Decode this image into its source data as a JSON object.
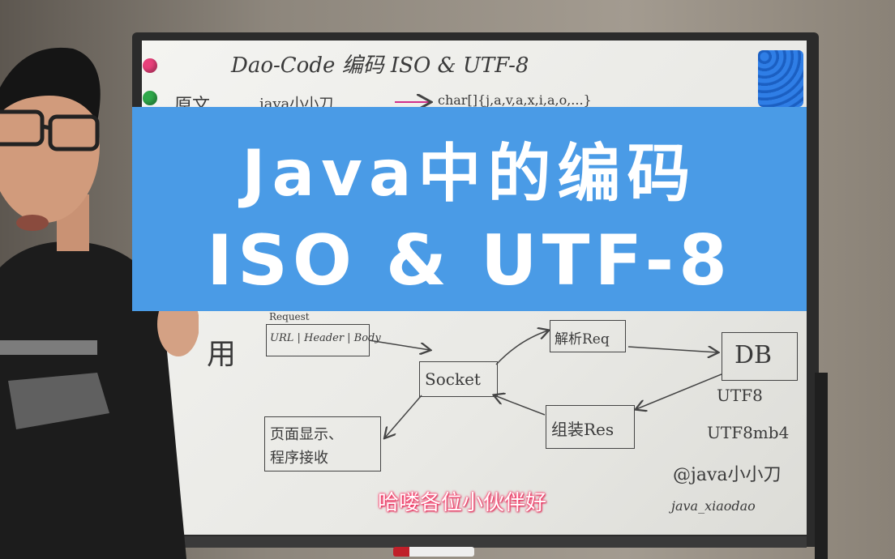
{
  "banner": {
    "title_line1": "Java中的编码",
    "title_line2": "ISO & UTF-8"
  },
  "subtitle": "哈喽各位小伙伴好",
  "whiteboard": {
    "heading": "Dao-Code 编码 ISO & UTF-8",
    "line2_left": "原文",
    "line2_mid": "java小小刀",
    "line2_right": "char[]{j,a,v,a,x,i,a,o,...}",
    "side_char": "用",
    "request_label": "Request",
    "request_box": "URL | Header | Body",
    "socket": "Socket",
    "parse_req": "解析Req",
    "db": "DB",
    "assemble_res": "组装Res",
    "page_display_line1": "页面显示、",
    "page_display_line2": "程序接收",
    "charset1": "UTF8",
    "charset2": "UTF8mb4",
    "handle": "@java小小刀",
    "account": "java_xiaodao"
  },
  "colors": {
    "banner_bg": "#4a9be6",
    "banner_text": "#ffffff",
    "subtitle_glow": "#ff2a5f",
    "sponge": "#2f7ee6"
  }
}
